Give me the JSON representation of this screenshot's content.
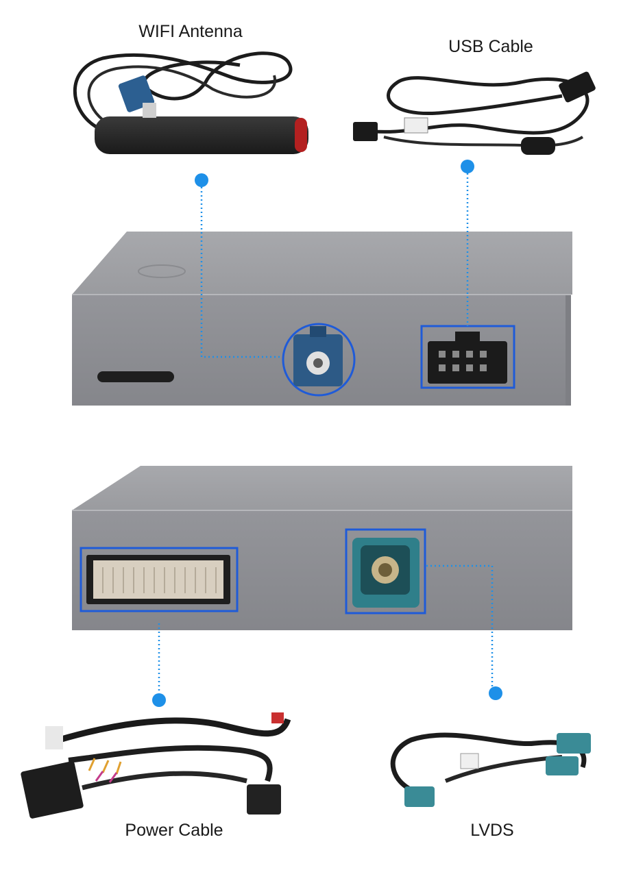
{
  "labels": {
    "wifi_antenna": "WIFI Antenna",
    "usb_cable": "USB Cable",
    "power_cable": "Power Cable",
    "lvds": "LVDS"
  },
  "colors": {
    "accent_blue": "#1f5bd8",
    "dot_blue": "#1e90e8",
    "box_gray": "#8e8f93",
    "box_top": "#9c9da1",
    "fakra_blue": "#2d5a86",
    "fakra_green": "#2f7f8a"
  }
}
